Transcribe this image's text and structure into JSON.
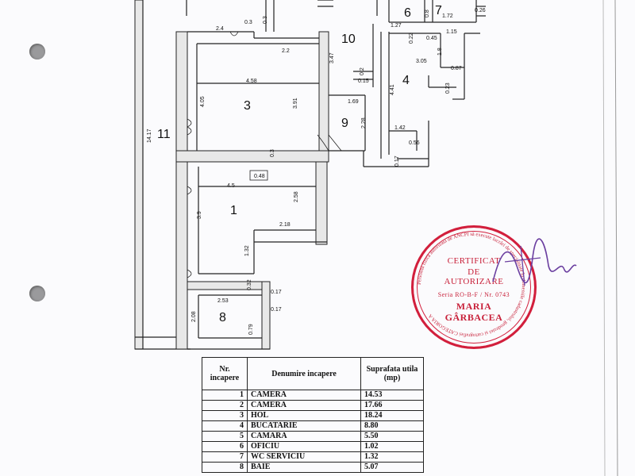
{
  "rooms": {
    "r1": "1",
    "r3": "3",
    "r4": "4",
    "r6": "6",
    "r7": "7",
    "r8": "8",
    "r9": "9",
    "r10": "10",
    "r11": "11"
  },
  "dims": {
    "d_2_4": "2.4",
    "d_0_3a": "0.3",
    "d_0_3b": "0.3",
    "d_2_2": "2.2",
    "d_3_47": "3.47",
    "d_0_8": "0.8",
    "d_1_27": "1.27",
    "d_1_72": "1.72",
    "d_0_26": "0.26",
    "d_0_45": "0.45",
    "d_1_15": "1.15",
    "d_1_8": "1.8",
    "d_0_22": "0.22",
    "d_3_05": "3.05",
    "d_0_87": "0.87",
    "d_0_2": "0.2",
    "d_0_15": "0.15",
    "d_4_58": "4.58",
    "d_4_05": "4.05",
    "d_3_91": "3.91",
    "d_4_41": "4.41",
    "d_0_23": "0.23",
    "d_1_69": "1.69",
    "d_2_28": "2.28",
    "d_14_17": "14.17",
    "d_1_42": "1.42",
    "d_0_56": "0.56",
    "d_0_17a": "0.17",
    "d_0_3c": "0.3",
    "d_0_48": "0.48",
    "d_4_5": "4.5",
    "d_2_58": "2.58",
    "d_3_9": "3.9",
    "d_2_18": "2.18",
    "d_1_32": "1.32",
    "d_0_32": "0.32",
    "d_0_17b": "0.17",
    "d_2_53": "2.53",
    "d_0_17c": "0.17",
    "d_2_08": "2.08",
    "d_0_79": "0.79"
  },
  "table": {
    "headers": [
      "Nr. incapere",
      "Denumire incapere",
      "Suprafata utila (mp)"
    ],
    "rows": [
      {
        "nr": "1",
        "name": "CAMERA",
        "area": "14.53"
      },
      {
        "nr": "2",
        "name": "CAMERA",
        "area": "17.66"
      },
      {
        "nr": "3",
        "name": "HOL",
        "area": "18.24"
      },
      {
        "nr": "4",
        "name": "BUCATARIE",
        "area": "8.80"
      },
      {
        "nr": "5",
        "name": "CAMARA",
        "area": "5.50"
      },
      {
        "nr": "6",
        "name": "OFICIU",
        "area": "1.02"
      },
      {
        "nr": "7",
        "name": "WC SERVICIU",
        "area": "1.32"
      },
      {
        "nr": "8",
        "name": "BAIE",
        "area": "5.07"
      }
    ]
  },
  "stamp": {
    "l1": "CERTIFICAT",
    "l2": "DE",
    "l3": "AUTORIZARE",
    "l4": "Seria RO-B-F / Nr. 0743",
    "l5": "MARIA",
    "l6": "GÂRBACEA",
    "ring": "Persoană fizică autorizată de ANCPI să execute lucrări de specialitate în domeniile cadastrului, geodeziei și cartografiei CATEGORIA A",
    "color": "#d21f3c"
  }
}
